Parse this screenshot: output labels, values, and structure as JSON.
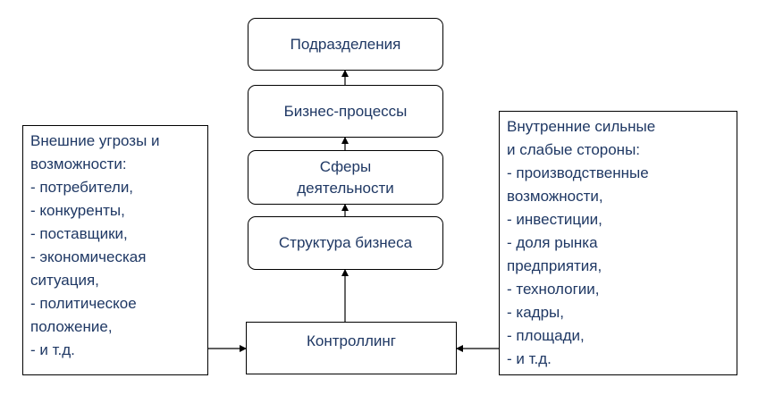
{
  "diagram": {
    "top_box": "Подразделения",
    "box_2": "Бизнес-процессы",
    "box_3": [
      "Сферы",
      "деятельности"
    ],
    "box_4": "Структура бизнеса",
    "bottom_box": "Контроллинг",
    "left_box_lines": [
      "Внешние угрозы и",
      "возможности:",
      "- потребители,",
      "- конкуренты,",
      "- поставщики,",
      "- экономическая",
      "ситуация,",
      "- политическое",
      "положение,",
      "- и т.д."
    ],
    "right_box_lines": [
      "Внутренние сильные",
      "и слабые стороны:",
      "- производственные",
      "возможности,",
      "- инвестиции,",
      "- доля рынка",
      "предприятия,",
      "- технологии,",
      "- кадры,",
      "- площади,",
      "- и т.д."
    ]
  }
}
